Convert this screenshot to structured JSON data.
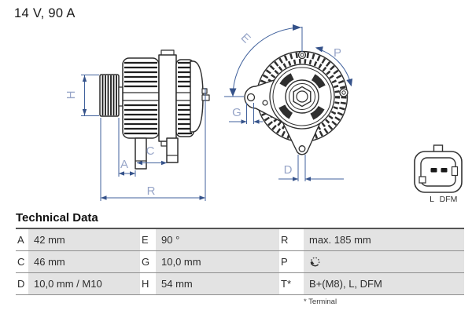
{
  "title": "14 V, 90 A",
  "diagram": {
    "labels": {
      "H": "H",
      "A": "A",
      "C": "C",
      "R": "R",
      "E": "E",
      "P": "P",
      "G": "G",
      "D": "D"
    },
    "connector": {
      "pin_left": "L",
      "pin_right": "DFM"
    }
  },
  "technical_data": {
    "heading": "Technical Data",
    "rows": [
      {
        "c1": {
          "key": "A",
          "value": "42 mm"
        },
        "c2": {
          "key": "E",
          "value": "90 °"
        },
        "c3": {
          "key": "R",
          "value": "max. 185 mm"
        }
      },
      {
        "c1": {
          "key": "C",
          "value": "46 mm"
        },
        "c2": {
          "key": "G",
          "value": "10,0 mm"
        },
        "c3": {
          "key": "P",
          "value": "",
          "icon": "rotation-direction-icon"
        }
      },
      {
        "c1": {
          "key": "D",
          "value": "10,0 mm / M10"
        },
        "c2": {
          "key": "H",
          "value": "54 mm"
        },
        "c3": {
          "key": "T*",
          "value": "B+(M8), L, DFM"
        }
      }
    ],
    "footnote": "* Terminal"
  },
  "colors": {
    "dimension_line": "#40619c",
    "dimension_label": "#97a5c8",
    "drawing_line": "#2e2e2e",
    "table_value_bg": "#e3e3e3",
    "table_row_border": "#8e8e8e",
    "heading_border": "#555555"
  }
}
